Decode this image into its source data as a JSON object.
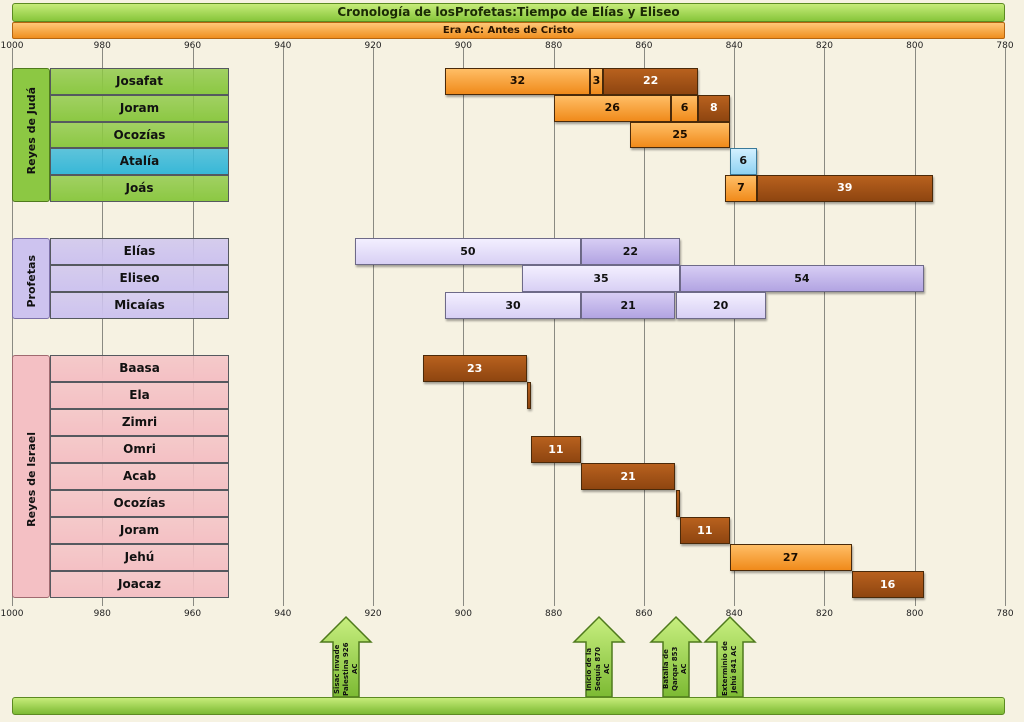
{
  "header": {
    "title_part1": "Cronología de los",
    "title_part2": "Profetas:Tiempo de Elías y Eliseo",
    "era": "Era AC: Antes de Cristo"
  },
  "axis_ticks": [
    "1000",
    "980",
    "960",
    "940",
    "920",
    "900",
    "880",
    "860",
    "840",
    "820",
    "800",
    "780"
  ],
  "groups": {
    "juda": {
      "label": "Reyes de Judá",
      "color": "#8cc843",
      "names": [
        "Josafat",
        "Joram",
        "Ocozías",
        "Atalía",
        "Joás"
      ]
    },
    "profetas": {
      "label": "Profetas",
      "color": "#cdc3ef",
      "names": [
        "Elías",
        "Eliseo",
        "Micaías"
      ]
    },
    "israel": {
      "label": "Reyes de Israel",
      "color": "#f4c0c4",
      "names": [
        "Baasa",
        "Ela",
        "Zimri",
        "Omri",
        "Acab",
        "Ocozías",
        "Joram",
        "Jehú",
        "Joacaz"
      ]
    }
  },
  "timeline": {
    "juda": [
      [
        {
          "start": 904,
          "end": 872,
          "label": "32",
          "style": "or"
        },
        {
          "start": 872,
          "end": 869,
          "label": "3",
          "style": "or"
        },
        {
          "start": 869,
          "end": 848,
          "label": "22",
          "style": "br"
        }
      ],
      [
        {
          "start": 880,
          "end": 854,
          "label": "26",
          "style": "or"
        },
        {
          "start": 854,
          "end": 848,
          "label": "6",
          "style": "or"
        },
        {
          "start": 848,
          "end": 841,
          "label": "8",
          "style": "br"
        }
      ],
      [
        {
          "start": 863,
          "end": 841,
          "label": "25",
          "style": "or"
        }
      ],
      [
        {
          "start": 841,
          "end": 835,
          "label": "6",
          "style": "lb"
        }
      ],
      [
        {
          "start": 842,
          "end": 835,
          "label": "7",
          "style": "or"
        },
        {
          "start": 835,
          "end": 796,
          "label": "39",
          "style": "br"
        }
      ]
    ],
    "profetas": [
      [
        {
          "start": 924,
          "end": 874,
          "label": "50",
          "style": "lv"
        },
        {
          "start": 874,
          "end": 852,
          "label": "22",
          "style": "mv"
        }
      ],
      [
        {
          "start": 887,
          "end": 852,
          "label": "35",
          "style": "lv"
        },
        {
          "start": 852,
          "end": 798,
          "label": "54",
          "style": "mv"
        }
      ],
      [
        {
          "start": 904,
          "end": 874,
          "label": "30",
          "style": "lv"
        },
        {
          "start": 874,
          "end": 853,
          "label": "21",
          "style": "mv"
        },
        {
          "start": 853,
          "end": 833,
          "label": "20",
          "style": "lv"
        }
      ]
    ],
    "israel": [
      [
        {
          "start": 909,
          "end": 886,
          "label": "23",
          "style": "br"
        }
      ],
      [
        {
          "start": 886,
          "end": 885,
          "label": "",
          "style": "br"
        }
      ],
      [],
      [
        {
          "start": 885,
          "end": 874,
          "label": "11",
          "style": "br"
        }
      ],
      [
        {
          "start": 874,
          "end": 853,
          "label": "21",
          "style": "br"
        }
      ],
      [
        {
          "start": 853,
          "end": 852,
          "label": "",
          "style": "br"
        }
      ],
      [
        {
          "start": 852,
          "end": 841,
          "label": "11",
          "style": "br"
        }
      ],
      [
        {
          "start": 841,
          "end": 814,
          "label": "27",
          "style": "or"
        }
      ],
      [
        {
          "start": 814,
          "end": 798,
          "label": "16",
          "style": "br"
        }
      ]
    ]
  },
  "events": [
    {
      "year": 926,
      "text": "Sisac invade Palestina 926 AC"
    },
    {
      "year": 870,
      "text": "Inicio de la Sequía 870 AC"
    },
    {
      "year": 853,
      "text": "Batalla de Qarqar 853 AC"
    },
    {
      "year": 841,
      "text": "Exterminio de Jehú 841 AC"
    }
  ]
}
